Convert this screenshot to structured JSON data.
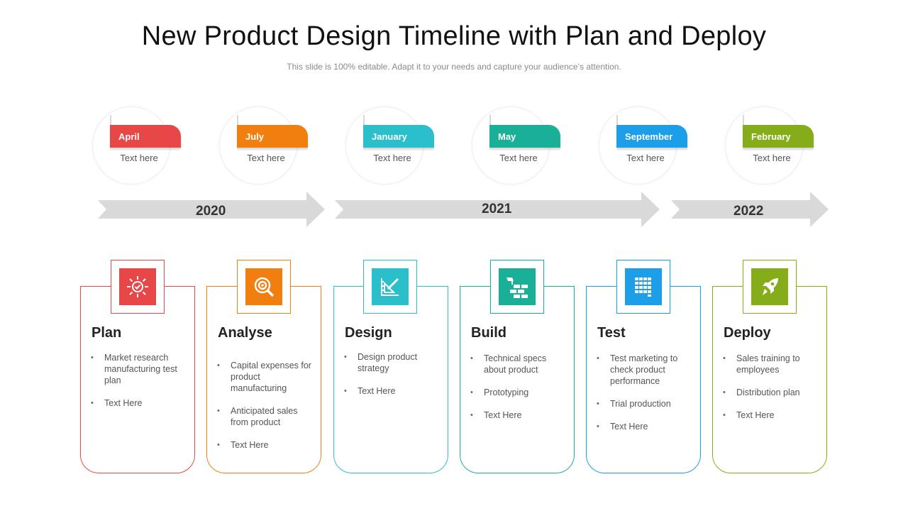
{
  "title": "New Product Design Timeline with Plan and Deploy",
  "subtitle": "This slide is 100% editable. Adapt it to your needs and capture your audience’s attention.",
  "milestones": [
    {
      "month": "April",
      "text": "Text here",
      "color": "#e84747"
    },
    {
      "month": "July",
      "text": "Text here",
      "color": "#f07f0f"
    },
    {
      "month": "January",
      "text": "Text here",
      "color": "#2bbfcc"
    },
    {
      "month": "May",
      "text": "Text here",
      "color": "#1aaf97"
    },
    {
      "month": "September",
      "text": "Text here",
      "color": "#1c9ee8"
    },
    {
      "month": "February",
      "text": "Text here",
      "color": "#85ad1a"
    }
  ],
  "years": [
    "2020",
    "2021",
    "2022"
  ],
  "arrow_color": "#d9d9d9",
  "phases": [
    {
      "title": "Plan",
      "icon": "gear-check-icon",
      "color": "#e84747",
      "bullets": [
        "Market research manufacturing test plan",
        "Text Here"
      ]
    },
    {
      "title": "Analyse",
      "icon": "magnifier-target-icon",
      "color": "#f07f0f",
      "bullets": [
        "Capital expenses for product manufacturing",
        "Anticipated sales from product",
        " Text Here"
      ]
    },
    {
      "title": "Design",
      "icon": "ruler-pencil-icon",
      "color": "#2bbfcc",
      "bullets": [
        "Design product strategy",
        " Text Here"
      ]
    },
    {
      "title": "Build",
      "icon": "brick-wall-icon",
      "color": "#1aaf97",
      "bullets": [
        "Technical specs about product",
        "Prototyping",
        "Text Here"
      ]
    },
    {
      "title": "Test",
      "icon": "spreadsheet-icon",
      "color": "#1c9ee8",
      "bullets": [
        "Test marketing to check product performance",
        "Trial  production",
        "Text Here"
      ]
    },
    {
      "title": "Deploy",
      "icon": "rocket-icon",
      "color": "#85ad1a",
      "bullets": [
        "Sales training to employees",
        "Distribution plan",
        "Text Here"
      ]
    }
  ]
}
